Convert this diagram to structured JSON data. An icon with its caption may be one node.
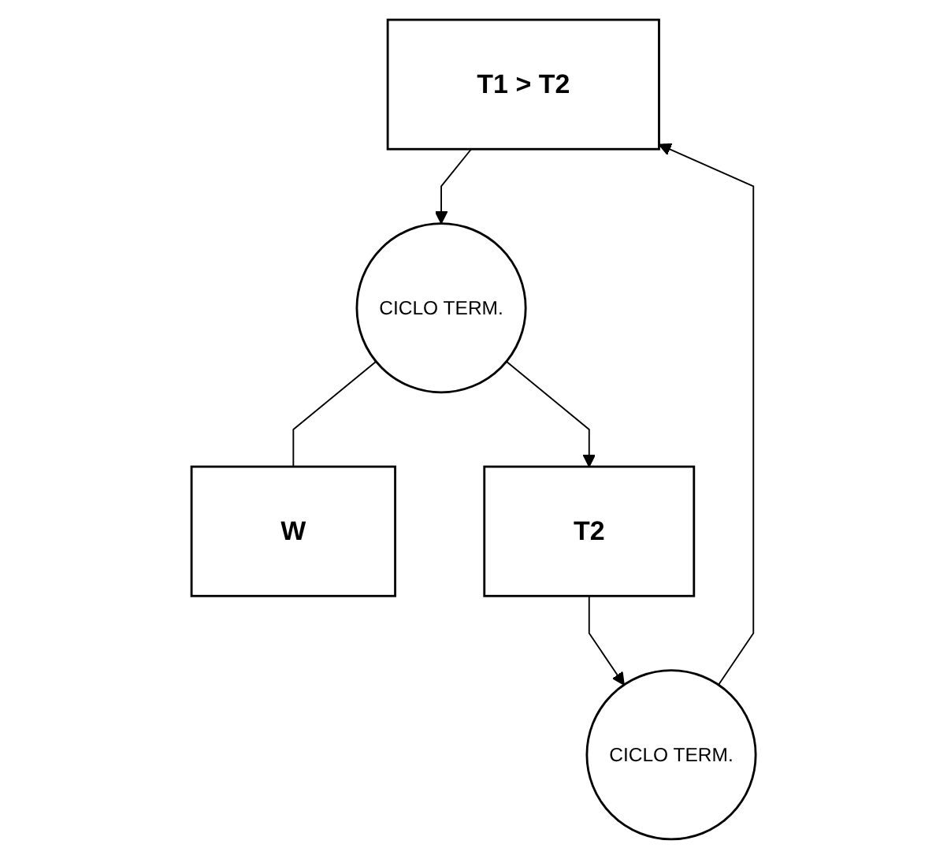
{
  "diagram": {
    "nodes": [
      {
        "text": [
          "T1 > T2"
        ]
      },
      {
        "text": [
          "CICLO TERM."
        ]
      },
      {
        "text": [
          "CICLO TERM."
        ]
      },
      {
        "text": [
          "W"
        ]
      },
      {
        "text": [
          "T2"
        ]
      }
    ],
    "edges": [
      {
        "from": 4,
        "to": 1,
        "arrow": "to"
      },
      {
        "from": 1,
        "to": 0,
        "arrow": "to"
      },
      {
        "from": 0,
        "to": 2,
        "arrow": "to"
      },
      {
        "from": 2,
        "to": 4,
        "arrow": "to"
      },
      {
        "from": 2,
        "to": 3,
        "arrow": "none"
      }
    ]
  }
}
